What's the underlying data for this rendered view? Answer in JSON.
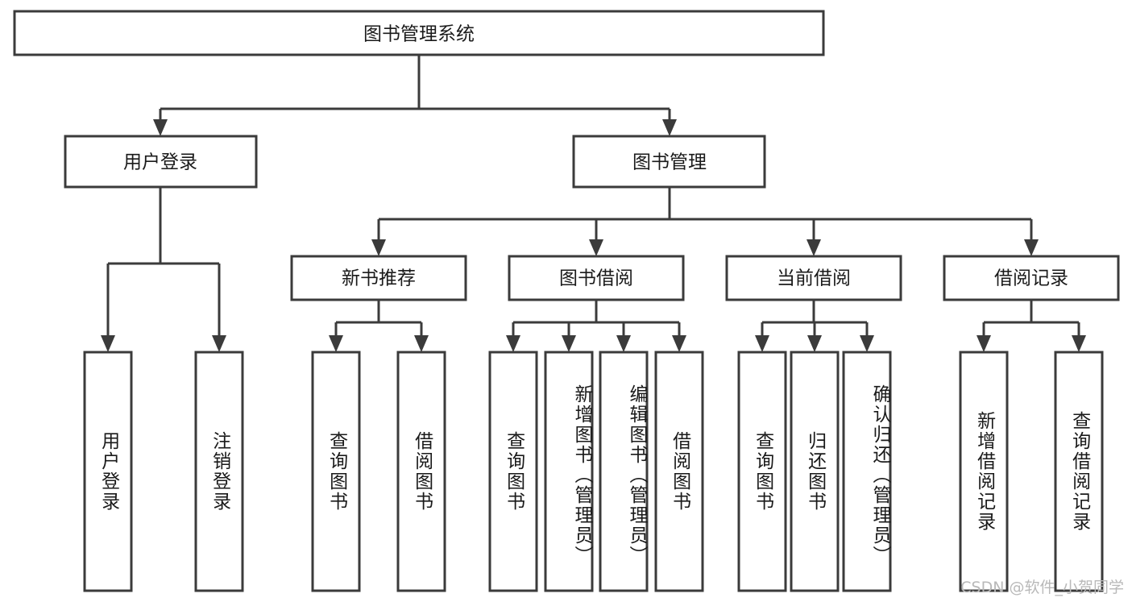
{
  "diagram": {
    "type": "tree",
    "title": "图书管理系统",
    "watermark": "CSDN @软件_小贺同学",
    "colors": {
      "stroke": "#3b3b3b",
      "fill": "#ffffff",
      "text": "#1a1a1a",
      "watermark": "#b9b9b9",
      "background": "#ffffff"
    },
    "root": {
      "label": "图书管理系统"
    },
    "level2": [
      {
        "label": "用户登录"
      },
      {
        "label": "图书管理"
      }
    ],
    "level3": [
      {
        "label": "新书推荐"
      },
      {
        "label": "图书借阅"
      },
      {
        "label": "当前借阅"
      },
      {
        "label": "借阅记录"
      }
    ],
    "leaves": {
      "user_login": [
        {
          "label": "用户登录"
        },
        {
          "label": "注销登录"
        }
      ],
      "new_book": [
        {
          "label": "查询图书"
        },
        {
          "label": "借阅图书"
        }
      ],
      "book_borrow": [
        {
          "label": "查询图书"
        },
        {
          "label": "新增图书（管理员）"
        },
        {
          "label": "编辑图书（管理员）"
        },
        {
          "label": "借阅图书"
        }
      ],
      "current_borrow": [
        {
          "label": "查询图书"
        },
        {
          "label": "归还图书"
        },
        {
          "label": "确认归还（管理员）"
        }
      ],
      "borrow_record": [
        {
          "label": "新增借阅记录"
        },
        {
          "label": "查询借阅记录"
        }
      ]
    }
  }
}
